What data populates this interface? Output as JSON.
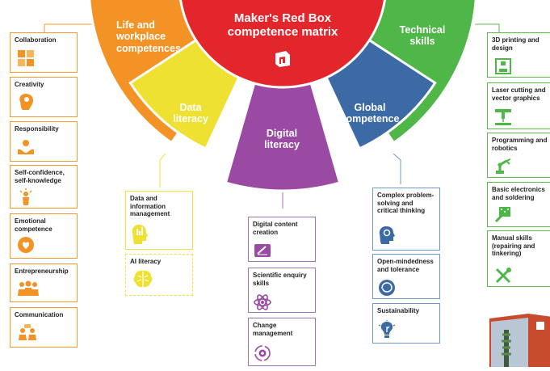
{
  "title": "Maker's Red Box competence matrix",
  "segments": {
    "life": "Life and workplace competences",
    "technical": "Technical skills",
    "data": "Data literacy",
    "digital": "Digital literacy",
    "global": "Global competence"
  },
  "colors": {
    "red": "#e3262b",
    "orange": "#f39325",
    "green": "#4fb648",
    "yellow": "#eee132",
    "purple": "#9a4aa3",
    "blue": "#3b6aa5"
  },
  "life_items": [
    {
      "label": "Collaboration",
      "icon": "collaboration-icon"
    },
    {
      "label": "Creativity",
      "icon": "creativity-icon"
    },
    {
      "label": "Responsibility",
      "icon": "responsibility-icon"
    },
    {
      "label": "Self-confidence, self-knowledge",
      "icon": "self-confidence-icon"
    },
    {
      "label": "Emotional competence",
      "icon": "emotional-icon"
    },
    {
      "label": "Entrepreneurship",
      "icon": "entrepreneurship-icon"
    },
    {
      "label": "Communication",
      "icon": "communication-icon"
    }
  ],
  "technical_items": [
    {
      "label": "3D printing and design",
      "icon": "3d-printer-icon"
    },
    {
      "label": "Laser cutting and vector graphics",
      "icon": "laser-cutter-icon"
    },
    {
      "label": "Programming and robotics",
      "icon": "robot-arm-icon"
    },
    {
      "label": "Basic electronics and soldering",
      "icon": "soldering-icon"
    },
    {
      "label": "Manual skills (repairing and tinkering)",
      "icon": "tools-icon"
    }
  ],
  "data_items": [
    {
      "label": "Data and information management",
      "icon": "data-head-icon"
    },
    {
      "label": "AI literacy",
      "icon": "ai-brain-icon"
    }
  ],
  "digital_items": [
    {
      "label": "Digital content creation",
      "icon": "content-creation-icon"
    },
    {
      "label": "Scientific enquiry skills",
      "icon": "atom-icon"
    },
    {
      "label": "Change management",
      "icon": "change-gear-icon"
    }
  ],
  "global_items": [
    {
      "label": "Complex problem-solving and critical thinking",
      "icon": "thinking-head-icon"
    },
    {
      "label": "Open-mindedness and tolerance",
      "icon": "open-mind-icon"
    },
    {
      "label": "Sustainability",
      "icon": "sustainability-bulb-icon"
    }
  ]
}
